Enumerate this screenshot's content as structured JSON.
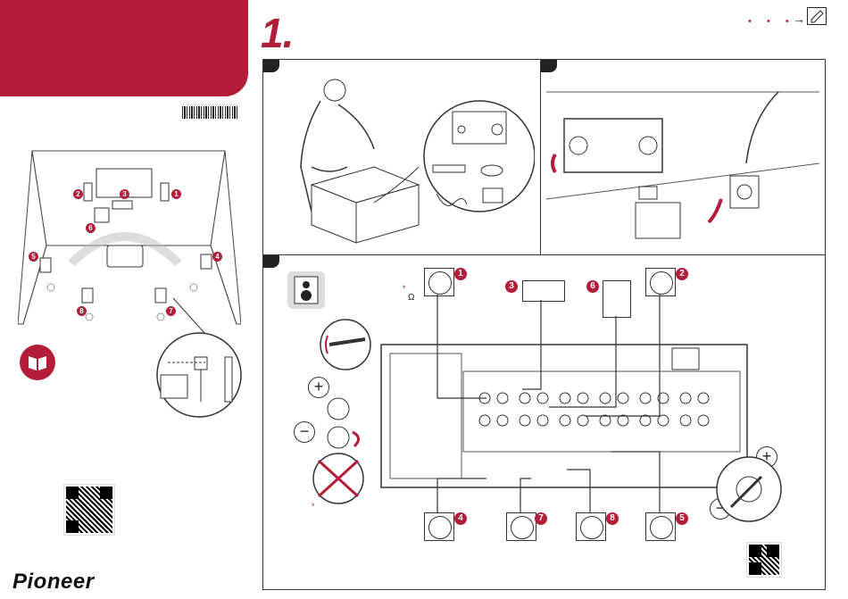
{
  "header": {
    "step_number": "1.",
    "dots": "• • •",
    "arrow": "→"
  },
  "panels": {
    "unpack": {},
    "place": {},
    "connect": {
      "ohm_symbol": "Ω",
      "star": "*"
    }
  },
  "speaker_layout": {
    "badges": [
      "2",
      "3",
      "1",
      "6",
      "5",
      "4",
      "8",
      "7"
    ]
  },
  "connection_badges": {
    "top": [
      "1",
      "3",
      "6",
      "2"
    ],
    "bottom": [
      "4",
      "7",
      "8",
      "5"
    ]
  },
  "polarity": {
    "plus": "+",
    "minus": "−"
  },
  "footer": {
    "brand_logo": "Pioneer"
  },
  "colors": {
    "accent": "#b21d3a",
    "line": "#333333"
  }
}
